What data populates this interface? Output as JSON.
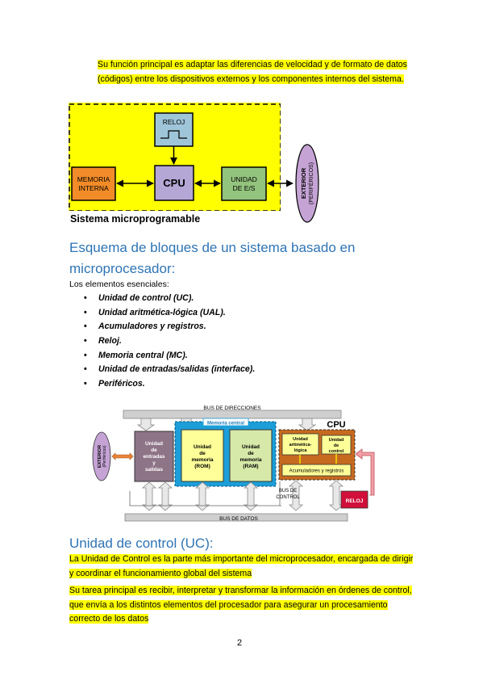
{
  "intro_paragraph": "Su función principal es adaptar las diferencias de velocidad y de formato de datos (códigos) entre los dispositivos externos y los componentes internos del sistema.",
  "diagram1": {
    "reloj": "RELOJ",
    "cpu": "CPU",
    "memoria_line1": "MEMORIA",
    "memoria_line2": "INTERNA",
    "unidad_line1": "UNIDAD",
    "unidad_line2": "DE E/S",
    "exterior_line1": "EXTERIOR",
    "exterior_line2": "(PERIFÉRICOS)",
    "caption": "Sistema microprogramable",
    "colors": {
      "background": "#ffff00",
      "reloj": "#9fc5d8",
      "cpu": "#b4a7d6",
      "memoria": "#f28c28",
      "unidad": "#93c47d",
      "exterior": "#c5a3d5"
    }
  },
  "heading_esquema": "Esquema de bloques de un sistema basado en microprocesador:",
  "elementos_label": "Los elementos esenciales:",
  "elementos": [
    "Unidad de control (UC).",
    "Unidad aritmética-lógica (UAL).",
    "Acumuladores y registros.",
    "Reloj.",
    "Memoria central (MC).",
    "Unidad de entradas/salidas (interface).",
    "Periféricos."
  ],
  "diagram2": {
    "bus_direcciones": "BUS DE DIRECCIONES",
    "memoria_central": "Memoria central",
    "cpu": "CPU",
    "exterior_line1": "EXTERIOR",
    "exterior_line2": "(Periféricos)",
    "es_lines": [
      "Unidad",
      "de",
      "entradas",
      "y",
      "salidas"
    ],
    "rom_lines": [
      "Unidad",
      "de",
      "memoria",
      "(ROM)"
    ],
    "ram_lines": [
      "Unidad",
      "de",
      "memoria",
      "(RAM)"
    ],
    "alu_lines": [
      "Unidad",
      "aritmética-",
      "lógica"
    ],
    "uc_lines": [
      "Unidad",
      "de",
      "control"
    ],
    "acumuladores": "Acumuladores y registros",
    "bus_control_line1": "BUS DE",
    "bus_control_line2": "CONTROL",
    "reloj": "RELOJ",
    "bus_datos": "BUS DE DATOS",
    "colors": {
      "es": "#8e7487",
      "rom": "#ffff99",
      "ram": "#d6e9a8",
      "memoria_bg": "#1c9ed8",
      "cpu": "#c66a1f",
      "reloj": "#d0103a",
      "exterior": "#c5a3d5",
      "bus": "#cfcfcf"
    }
  },
  "heading_uc": "Unidad de control (UC):",
  "uc_paragraph1": "La Unidad de Control es la parte más importante del microprocesador, encargada de dirigir y coordinar el funcionamiento global del sistema",
  "uc_paragraph2": "Su tarea principal es recibir, interpretar y transformar la información en órdenes de control, que envía a los distintos elementos del procesador para asegurar un procesamiento correcto de los datos",
  "page_number": "2"
}
